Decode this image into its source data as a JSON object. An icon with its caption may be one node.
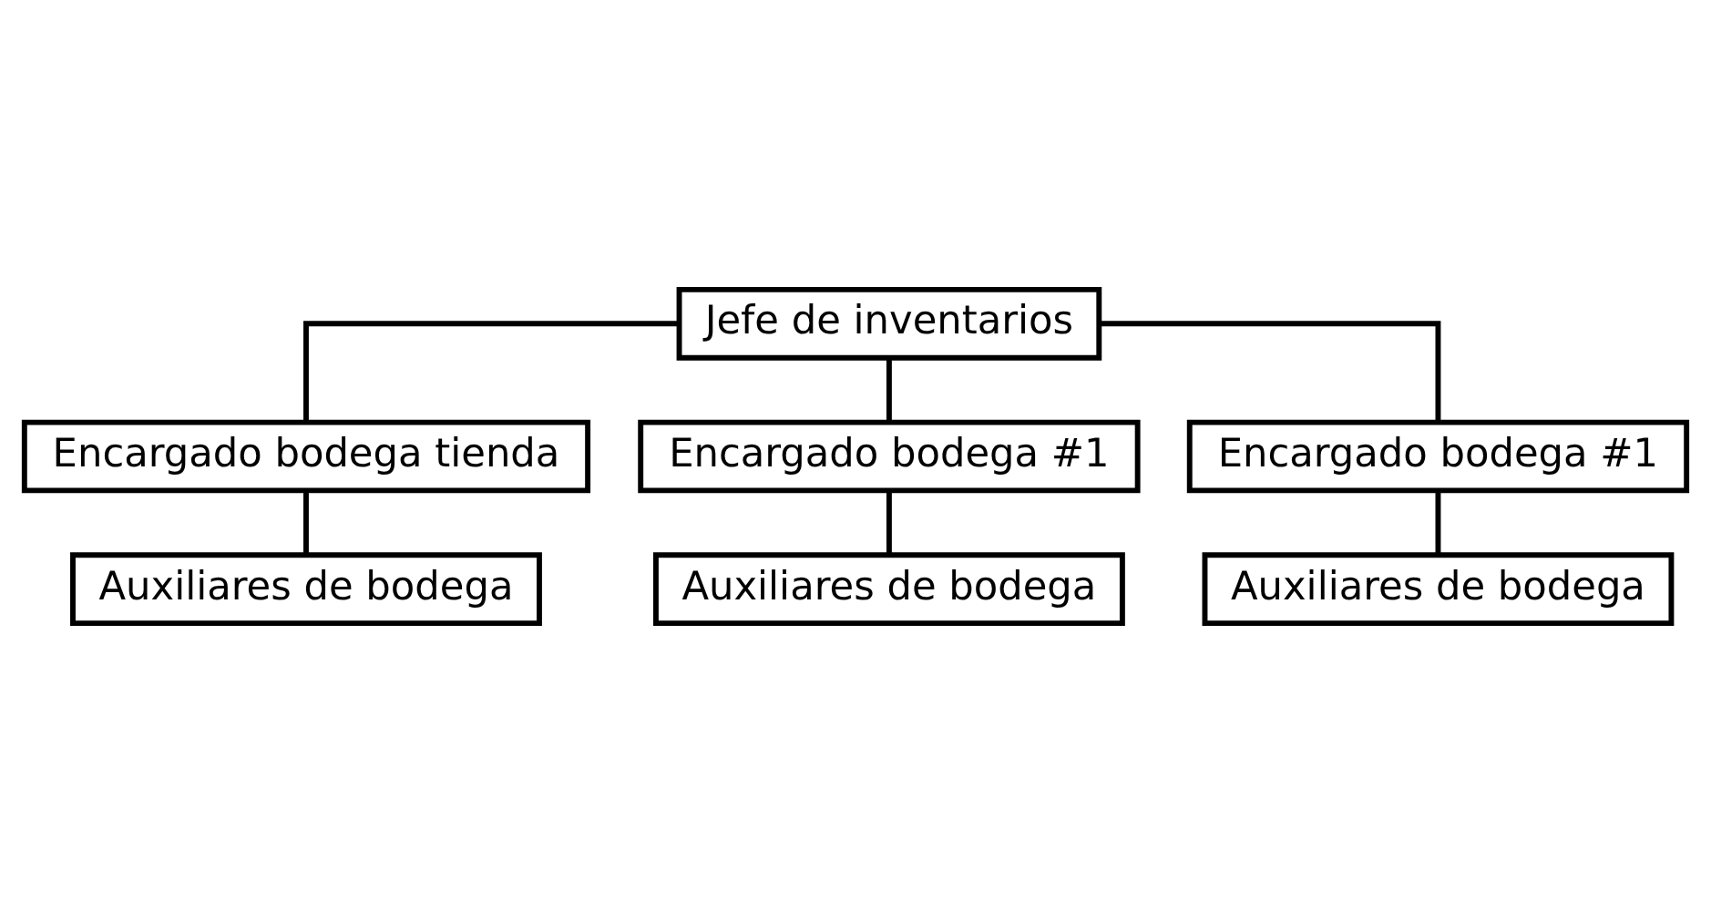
{
  "diagram": {
    "nodes": [
      {
        "text": [
          "Jefe de inventarios"
        ]
      },
      {
        "text": [
          "Encargado bodega tienda"
        ]
      },
      {
        "text": [
          "Encargado bodega #1"
        ]
      },
      {
        "text": [
          "Encargado bodega #1"
        ]
      },
      {
        "text": [
          "Auxiliares de bodega"
        ]
      },
      {
        "text": [
          "Auxiliares de bodega"
        ]
      },
      {
        "text": [
          "Auxiliares de bodega"
        ]
      }
    ],
    "edges": [
      {
        "from": 0,
        "to": 1,
        "arrow": "none"
      },
      {
        "from": 0,
        "to": 2,
        "arrow": "none"
      },
      {
        "from": 0,
        "to": 3,
        "arrow": "none"
      },
      {
        "from": 1,
        "to": 4,
        "arrow": "none"
      },
      {
        "from": 2,
        "to": 5,
        "arrow": "none"
      },
      {
        "from": 3,
        "to": 6,
        "arrow": "none"
      }
    ]
  }
}
